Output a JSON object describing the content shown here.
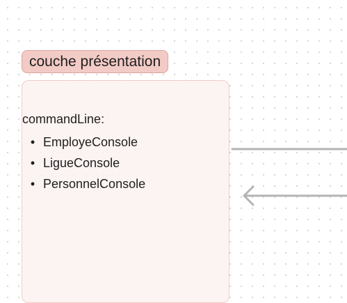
{
  "layer": {
    "label": "couche présentation",
    "fill_color": "#f3cbc6",
    "box_color": "#fcf3f1"
  },
  "content": {
    "heading": "commandLine:",
    "items": [
      {
        "bullet": "•",
        "label": "EmployeConsole"
      },
      {
        "bullet": "•",
        "label": "LigueConsole"
      },
      {
        "bullet": "•",
        "label": "PersonnelConsole"
      }
    ]
  },
  "connectors": {
    "outgoing_line": {
      "color": "#b3b3b3",
      "direction": "right"
    },
    "incoming_arrow": {
      "color": "#b3b3b3",
      "direction": "left"
    }
  }
}
